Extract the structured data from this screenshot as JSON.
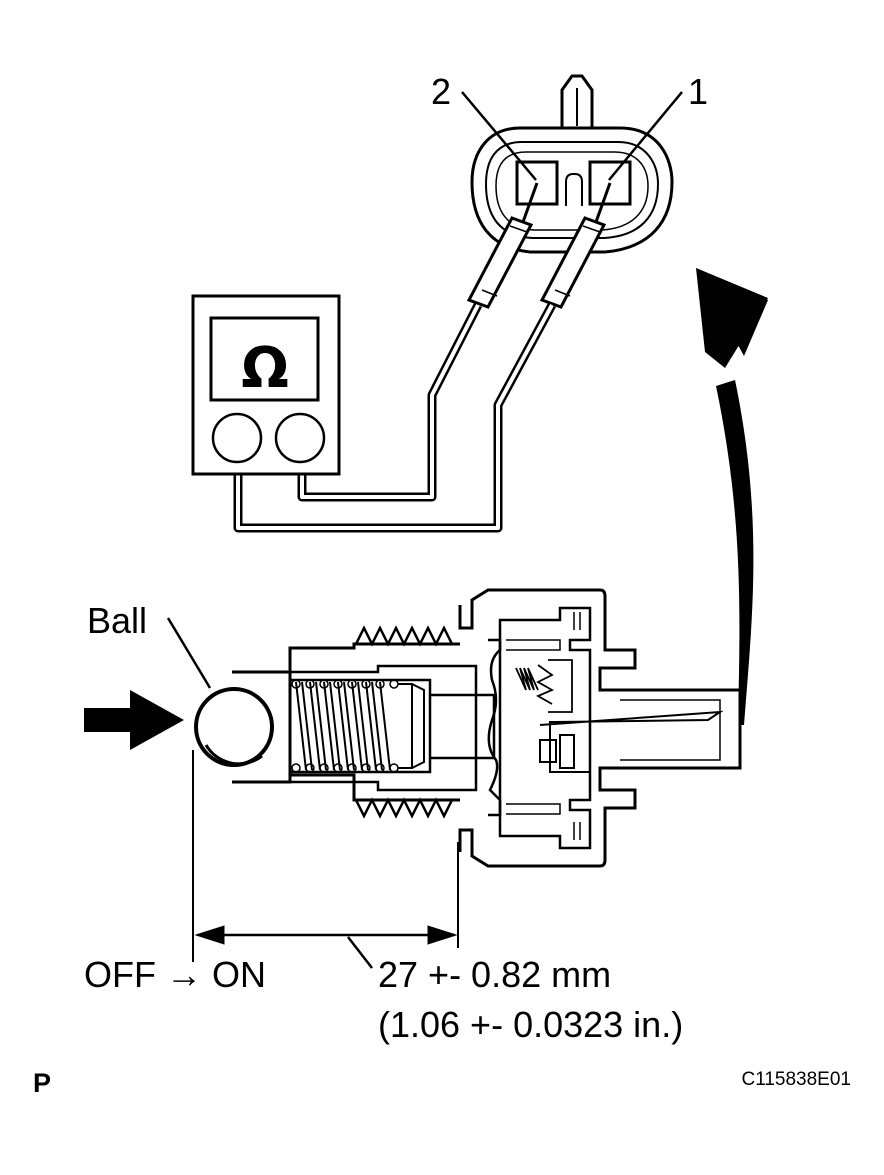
{
  "terminals": {
    "pin2": "2",
    "pin1": "1"
  },
  "meter": {
    "symbol": "Ω"
  },
  "labels": {
    "ball": "Ball",
    "switch_state": "OFF → ON",
    "measurement_mm": "27 +- 0.82 mm",
    "measurement_in": "(1.06 +- 0.0323 in.)"
  },
  "footer": {
    "page_letter": "P",
    "figure_code": "C115838E01"
  },
  "colors": {
    "ink": "#000000",
    "paper": "#ffffff"
  }
}
